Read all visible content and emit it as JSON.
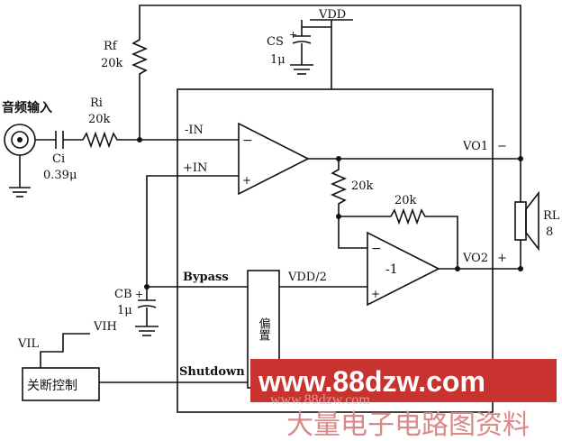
{
  "labels": {
    "vdd_top": "VDD",
    "rf": "Rf",
    "rf_val": "20k",
    "cs": "CS",
    "cs_plus": "+",
    "cs_val": "1μ",
    "audio_in": "音频输入",
    "ri": "Ri",
    "ri_val": "20k",
    "ci": "Ci",
    "ci_val": "0.39μ",
    "minus_in": "-IN",
    "plus_in": "+IN",
    "opamp1_minus": "−",
    "opamp1_plus": "+",
    "r_mid_val": "20k",
    "r_fb2_val": "20k",
    "vo1": "VO1",
    "vo1_sign": "−",
    "vo2": "VO2",
    "vo2_sign": "+",
    "rl": "RL",
    "rl_val": "8",
    "cb": "CB",
    "cb_plus": "+",
    "cb_val": "1μ",
    "bypass": "Bypass",
    "vdd_half": "VDD/2",
    "opamp2_gain": "-1",
    "opamp2_minus": "−",
    "opamp2_plus": "+",
    "bias": "偏置",
    "vil": "VIL",
    "vih": "VIH",
    "shutdown_ctrl": "关断控制",
    "shutdown": "Shutdown"
  },
  "watermark": {
    "url": "www.88dzw.com",
    "faint_url": "www.88dzw.com",
    "cn": "大量电子电路图资料",
    "bg_color": "#c8322f",
    "cn_color": "#d98a87"
  }
}
